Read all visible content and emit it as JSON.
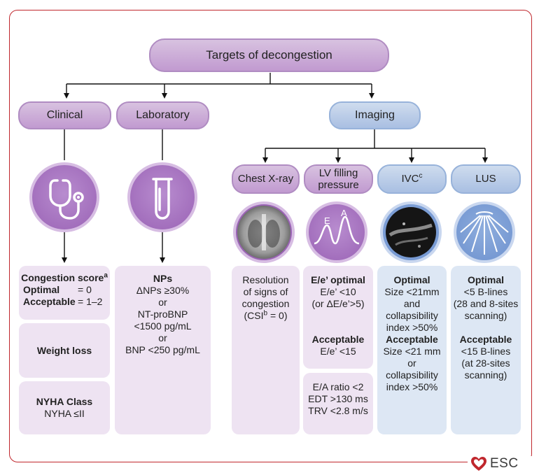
{
  "root": "Targets of decongestion",
  "categories": {
    "clinical": "Clinical",
    "laboratory": "Laboratory",
    "imaging": "Imaging"
  },
  "imaging_sub": {
    "chest_xray": "Chest X-ray",
    "lv_filling_line1": "LV filling",
    "lv_filling_line2": "pressure",
    "ivc": "IVC",
    "ivc_sup": "c",
    "lus": "LUS"
  },
  "clinical_boxes": {
    "congestion_title": "Congestion score",
    "congestion_sup": "a",
    "optimal_label": "Optimal",
    "optimal_value": "= 0",
    "acceptable_label": "Acceptable",
    "acceptable_value": "= 1–2",
    "weight_loss": "Weight loss",
    "nyha_title": "NYHA Class",
    "nyha_value": "NYHA ≤II"
  },
  "lab_box": {
    "title": "NPs",
    "l1": "ΔNPs ≥30%",
    "l2": "or",
    "l3": "NT-proBNP",
    "l4": "<1500 pg/mL",
    "l5": "or",
    "l6": "BNP <250 pg/mL"
  },
  "xray_box": {
    "l1": "Resolution",
    "l2": "of signs of",
    "l3": "congestion",
    "l4a": "(CSI",
    "l4sup": "b",
    "l4b": " = 0)"
  },
  "lv_box": {
    "opt_title": "E/e’ optimal",
    "opt1": "E/e’ <10",
    "opt2": "(or ΔE/e’>5)",
    "acc_title": "Acceptable",
    "acc1": "E/e’ <15",
    "extra1": "E/A ratio <2",
    "extra2": "EDT >130 ms",
    "extra3": "TRV <2.8 m/s",
    "icon_e": "E",
    "icon_a": "A"
  },
  "ivc_box": {
    "opt_title": "Optimal",
    "o1": "Size <21mm",
    "o2": "and",
    "o3": "collapsibility",
    "o4": "index >50%",
    "acc_title": "Acceptable",
    "a1": "Size <21 mm",
    "a2": "or",
    "a3": "collapsibility",
    "a4": "index >50%"
  },
  "lus_box": {
    "opt_title": "Optimal",
    "o1": "<5 B-lines",
    "o2": "(28 and 8-sites",
    "o3": "scanning)",
    "acc_title": "Acceptable",
    "a1": "<15 B-lines",
    "a2": "(at 28-sites",
    "a3": "scanning)"
  },
  "logo": "ESC",
  "colors": {
    "frame": "#c0272d",
    "purple": "#9a63b5",
    "blue": "#6e92cf"
  }
}
